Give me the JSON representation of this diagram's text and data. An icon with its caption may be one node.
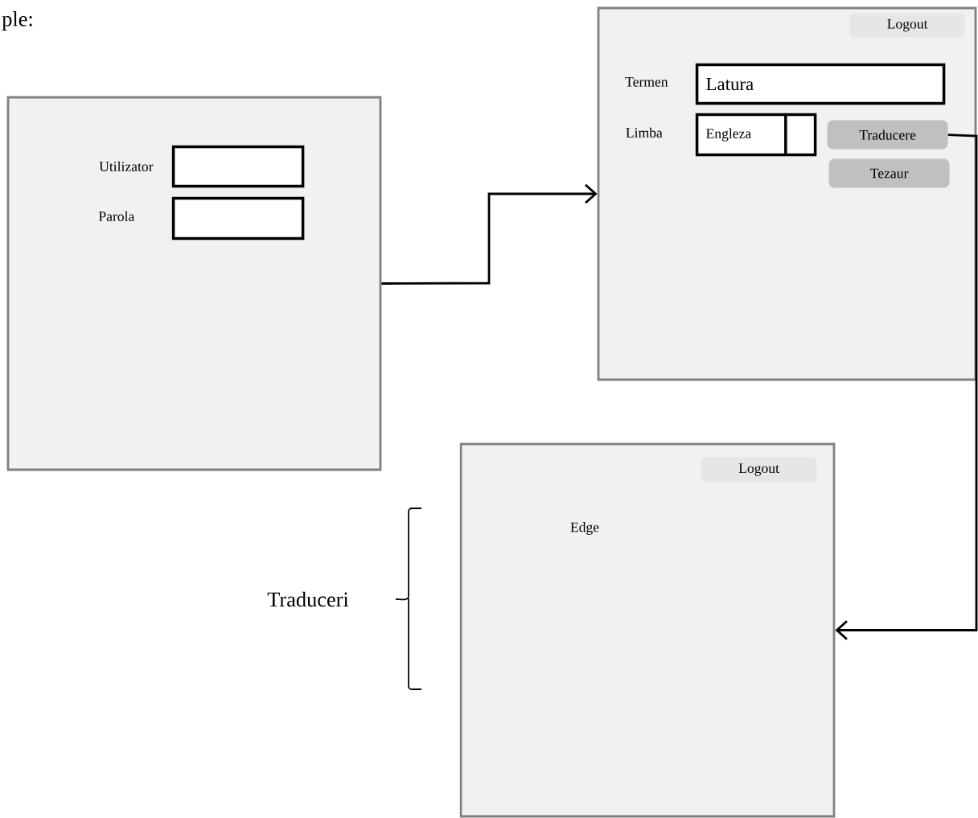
{
  "diagram": {
    "nodes": [
      {
        "text": [],
        "shape": "box"
      },
      {
        "text": [],
        "shape": "box",
        "in": 0,
        "beside": [
          "Utilizator"
        ]
      },
      {
        "text": [],
        "shape": "box",
        "in": 0,
        "beside": [
          "Parola"
        ]
      },
      {
        "text": [],
        "shape": "box"
      },
      {
        "text": [
          "Logout"
        ],
        "in": 3
      },
      {
        "text": [
          "Latura"
        ],
        "in": 3,
        "beside": [
          "Termen"
        ]
      },
      {
        "text": [
          "Engleza"
        ],
        "in": 3,
        "beside": [
          "Limba"
        ]
      },
      {
        "text": [
          "Traducere"
        ],
        "in": 3
      },
      {
        "text": [
          "Tezaur"
        ],
        "in": 3
      },
      {
        "text": [],
        "shape": "box"
      },
      {
        "text": [
          "Logout"
        ],
        "in": 9
      }
    ],
    "edges": [
      {
        "from": 0,
        "to": 3,
        "arrow": "to"
      },
      {
        "from": 7,
        "to": 9,
        "arrow": "to"
      }
    ],
    "labels": [
      "ple:",
      "Edge",
      "Traduceri"
    ]
  }
}
